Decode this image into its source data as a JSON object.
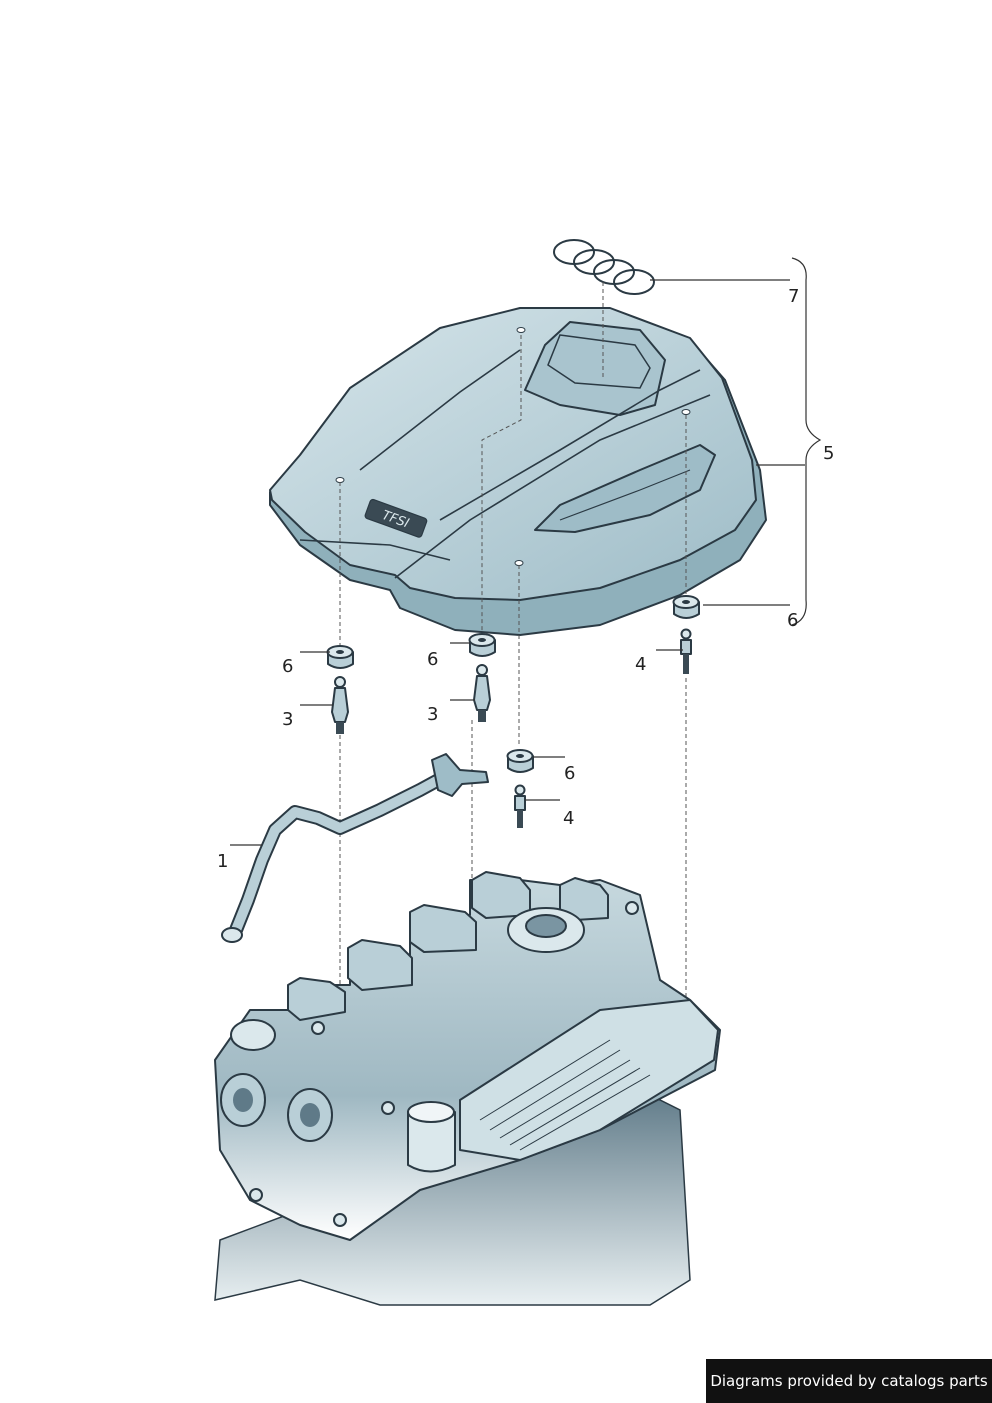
{
  "diagram": {
    "labels": {
      "p1": "1",
      "p3a": "3",
      "p3b": "3",
      "p4a": "4",
      "p4b": "4",
      "p5": "5",
      "p6a": "6",
      "p6b": "6",
      "p6c": "6",
      "p6d": "6",
      "p7": "7"
    },
    "cover_badge": "TFSI",
    "colors": {
      "part_fill": "#b9cfd7",
      "part_dark": "#8fb0bb",
      "part_light": "#dbe8ec",
      "outline": "#2b3a44",
      "engine_shadow": "#5f7a88"
    }
  },
  "footer": {
    "credit": "Diagrams provided by catalogs parts"
  }
}
